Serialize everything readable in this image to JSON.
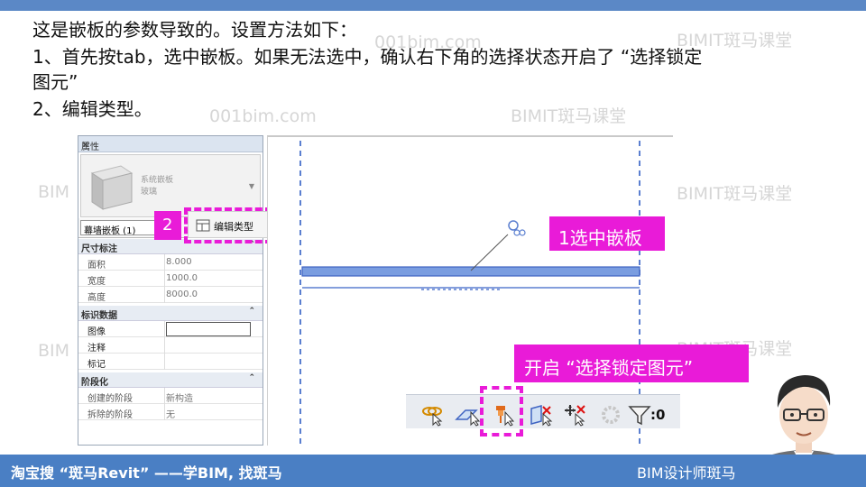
{
  "instructions": {
    "line1": "这是嵌板的参数导致的。设置方法如下：",
    "line2": "1、首先按tab，选中嵌板。如果无法选中，确认右下角的选择状态开启了 “选择锁定",
    "line3": "图元”",
    "line4": "2、编辑类型。"
  },
  "watermarks": {
    "brand": "BIMIT斑马课堂",
    "site": "001bim.com",
    "short": "BIM"
  },
  "properties_panel": {
    "title": "属性",
    "close_glyph": "✕",
    "type_family": "系统嵌板",
    "type_name": "玻璃",
    "selector_value": "幕墙嵌板 (1)",
    "edit_type_label": "编辑类型",
    "groups": [
      {
        "label": "尺寸标注",
        "collapse": "⌃"
      },
      {
        "label": "标识数据",
        "collapse": "⌃"
      },
      {
        "label": "阶段化",
        "collapse": "⌃"
      }
    ],
    "dimensions": [
      {
        "label": "面积",
        "value": "8.000"
      },
      {
        "label": "宽度",
        "value": "1000.0"
      },
      {
        "label": "高度",
        "value": "8000.0"
      }
    ],
    "identity": [
      {
        "label": "图像",
        "value": ""
      },
      {
        "label": "注释",
        "value": ""
      },
      {
        "label": "标记",
        "value": ""
      }
    ],
    "phasing": [
      {
        "label": "创建的阶段",
        "value": "新构造"
      },
      {
        "label": "拆除的阶段",
        "value": "无"
      }
    ]
  },
  "callouts": {
    "step2": "2",
    "step1": "1选中嵌板",
    "lock": "开启 “选择锁定图元”"
  },
  "status_bar": {
    "icons": [
      "select-links-icon",
      "select-underlay-icon",
      "select-pinned-icon",
      "select-by-face-icon",
      "drag-on-selection-icon",
      "background-process-icon",
      "filter-icon"
    ],
    "filter_count": ":0"
  },
  "footer": {
    "left": "淘宝搜 “斑马Revit” ——学BIM, 找斑马",
    "right": "BIM设计师斑马"
  },
  "colors": {
    "accent": "#e91bd8",
    "topbar": "#5b88c6",
    "footer": "#4a7fc4",
    "panel_line": "#5b7fd0"
  }
}
